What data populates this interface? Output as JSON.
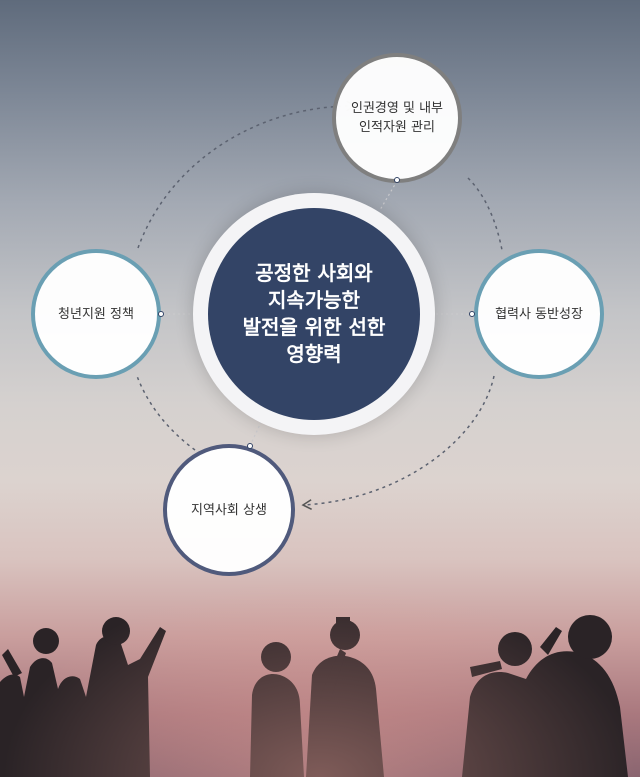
{
  "center": {
    "lines": [
      "공정한 사회와",
      "지속가능한",
      "발전을 위한 선한",
      "영향력"
    ]
  },
  "nodes": {
    "top": {
      "lines": [
        "인권경영 및 내부",
        "인적자원 관리"
      ],
      "color": "#7f7f7f"
    },
    "right": {
      "lines": [
        "협력사 동반성장"
      ],
      "color": "#6a9fb3"
    },
    "bottom": {
      "lines": [
        "지역사회 상생"
      ],
      "color": "#505a7c"
    },
    "left": {
      "lines": [
        "청년지원 정책"
      ],
      "color": "#6a9fb3"
    }
  }
}
